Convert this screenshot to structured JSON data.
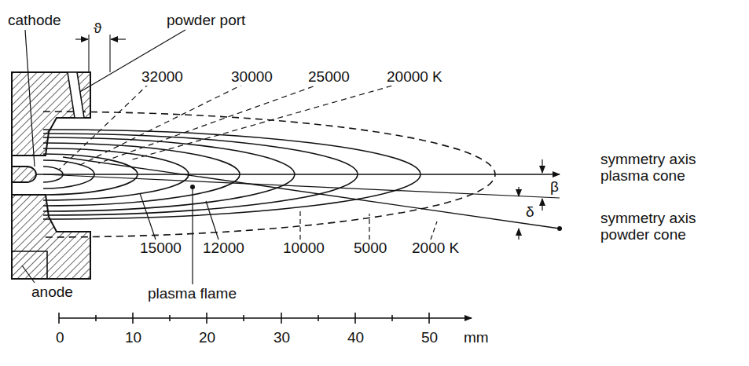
{
  "diagram": {
    "labels": [
      "cathode",
      "powder port",
      "ϑ",
      "32000",
      "30000",
      "25000",
      "20000 K",
      "symmetry axis plasma cone",
      "β",
      "δ",
      "symmetry axis powder cone",
      "15000",
      "12000",
      "10000",
      "5000",
      "2000 K",
      "anode",
      "plasma flame",
      "0",
      "10",
      "20",
      "30",
      "40",
      "50",
      "mm"
    ]
  }
}
